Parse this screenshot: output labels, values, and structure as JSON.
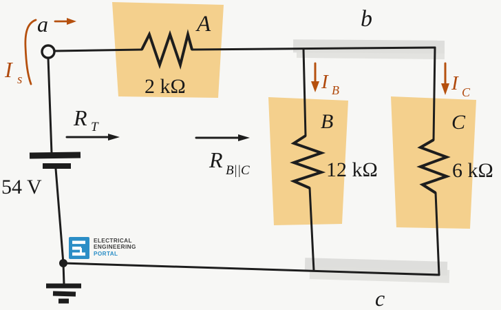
{
  "figure": {
    "title": "series-parallel resistor circuit",
    "nodes": {
      "a": "a",
      "b": "b",
      "c": "c"
    },
    "source": {
      "voltage": "54 V",
      "current": {
        "base": "I",
        "sub": "s"
      }
    },
    "resistors": {
      "A": {
        "label": "A",
        "value": "2 kΩ"
      },
      "B": {
        "label": "B",
        "value": "12 kΩ",
        "current": {
          "base": "I",
          "sub": "B"
        }
      },
      "C": {
        "label": "C",
        "value": "6 kΩ",
        "current": {
          "base": "I",
          "sub": "C"
        }
      }
    },
    "annotations": {
      "rt": {
        "base": "R",
        "sub": "T"
      },
      "rbc": {
        "base": "R",
        "sub": "B||C"
      }
    },
    "logo": {
      "line1": "ELECTRICAL",
      "line2": "ENGINEERING",
      "line3": "PORTAL"
    },
    "colors": {
      "background": "#f7f7f5",
      "wire": "#1d1d1d",
      "accent_orange": "#b5500e",
      "highlight_tan": "#f4d08d",
      "highlight_gray": "#d9d9d6",
      "logo_blue": "#2b8ec6",
      "logo_text": "#3d3d3d"
    }
  }
}
